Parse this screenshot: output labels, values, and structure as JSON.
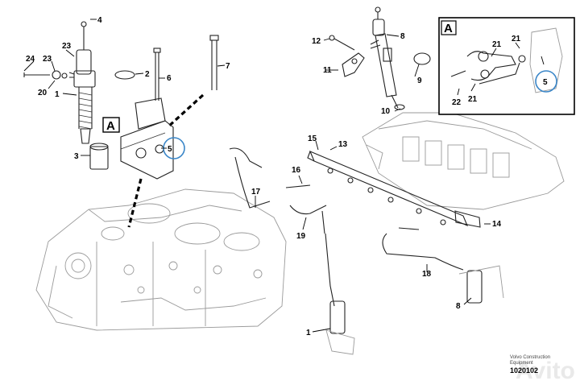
{
  "callouts": {
    "c1a": "1",
    "c1b": "1",
    "c2": "2",
    "c3": "3",
    "c4": "4",
    "c5a": "5",
    "c5b": "5",
    "c6": "6",
    "c7": "7",
    "c8a": "8",
    "c8b": "8",
    "c9": "9",
    "c10": "10",
    "c11": "11",
    "c12": "12",
    "c13": "13",
    "c14": "14",
    "c15": "15",
    "c16": "16",
    "c17": "17",
    "c18": "18",
    "c19": "19",
    "c20": "20",
    "c21a": "21",
    "c21b": "21",
    "c21c": "21",
    "c22": "22",
    "c23a": "23",
    "c23b": "23",
    "c24": "24"
  },
  "detail_labels": {
    "main": "A",
    "inset": "A"
  },
  "footer": {
    "line1": "Volvo Construction",
    "line2": "Equipment",
    "doc_number": "1020102"
  },
  "watermark": "Avito",
  "colors": {
    "highlight_circle": "#3a86c8",
    "ink": "#222222",
    "engine": "#9a9a9a"
  }
}
